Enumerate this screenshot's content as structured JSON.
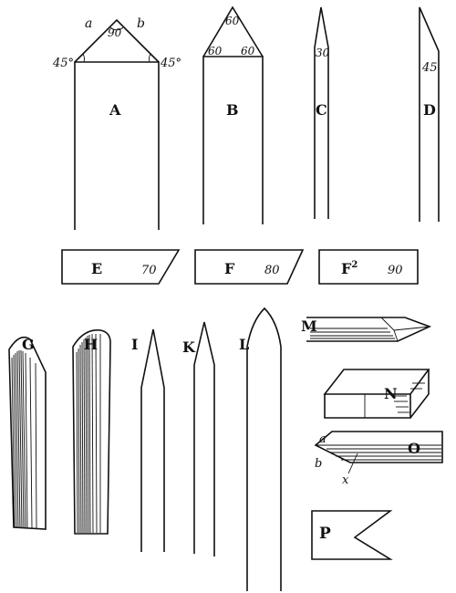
{
  "figure_labels": {
    "A": "A",
    "B": "B",
    "C": "C",
    "D": "D",
    "E": "E",
    "F": "F",
    "F2_base": "F",
    "F2_sup": "2",
    "G": "G",
    "H": "H",
    "I": "I",
    "K": "K",
    "L": "L",
    "M": "M",
    "N": "N",
    "O": "O",
    "P": "P"
  },
  "angles": {
    "A_apex": "90",
    "A_left": "45°",
    "A_right": "45°",
    "A_side_a": "a",
    "A_side_b": "b",
    "B_apex": "60",
    "B_left": "60",
    "B_right": "60",
    "C": "30",
    "D": "45",
    "E": "70",
    "F": "80",
    "F2": "90"
  },
  "O_letters": {
    "a": "a",
    "b": "b",
    "x": "x"
  },
  "colors": {
    "ink": "#111111",
    "paper": "#ffffff"
  }
}
